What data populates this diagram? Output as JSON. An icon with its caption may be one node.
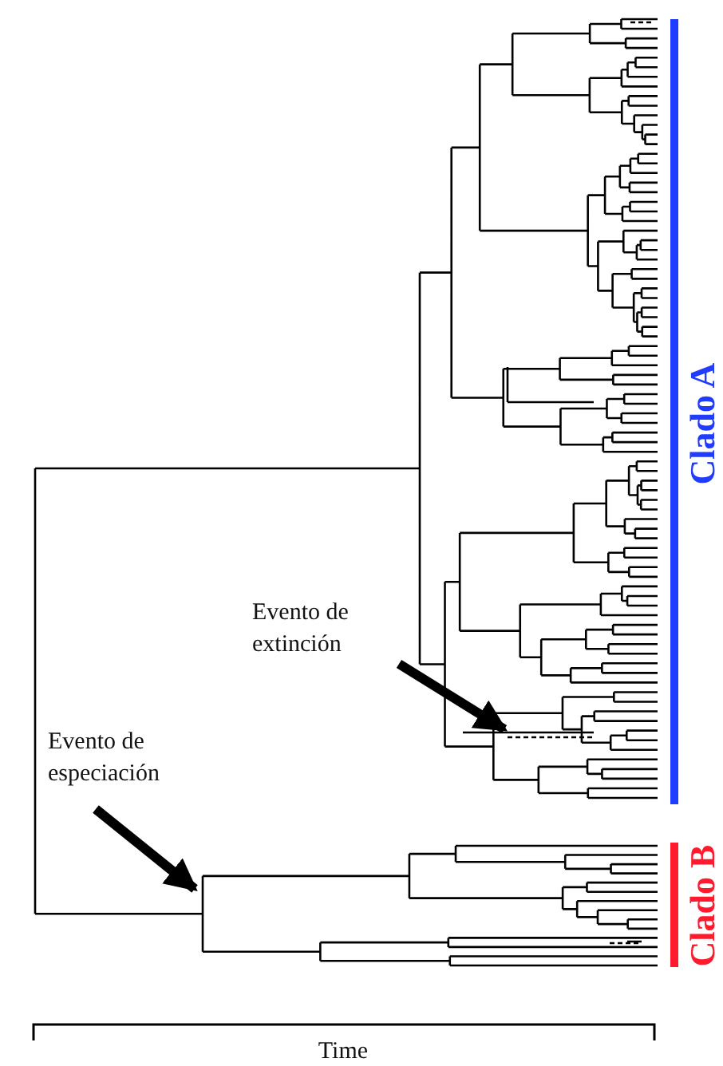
{
  "diagram": {
    "nodes": [
      {
        "text": [
          "Evento de extinción"
        ]
      },
      {
        "text": [
          "Evento de especiación"
        ]
      }
    ],
    "edges": [
      {
        "from": 0,
        "to": null,
        "arrow": "to"
      },
      {
        "from": 1,
        "to": null,
        "arrow": "to"
      }
    ],
    "labels": [
      "Clado A",
      "Clado B",
      "Time"
    ]
  }
}
